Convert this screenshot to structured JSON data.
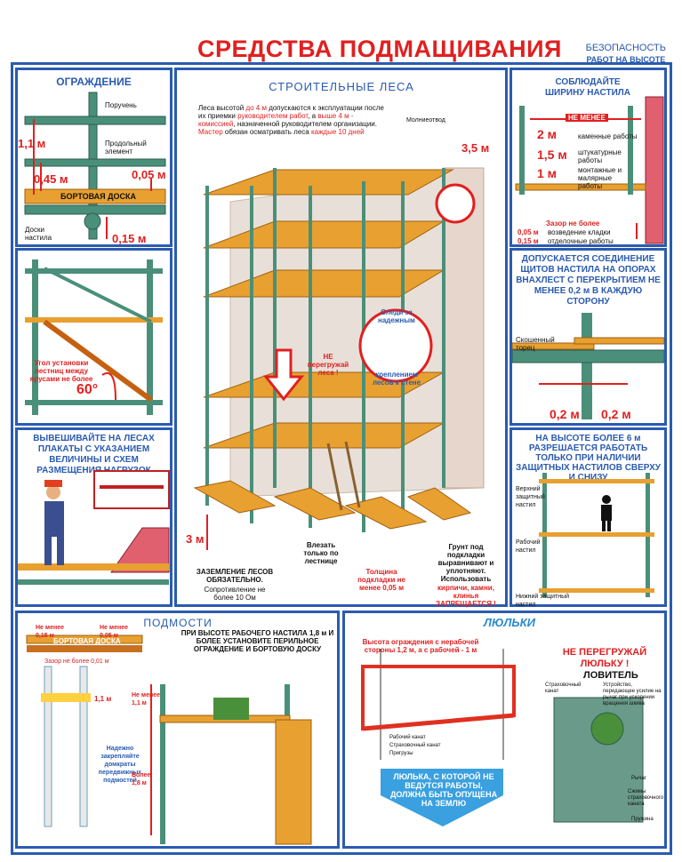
{
  "header": {
    "title": "СРЕДСТВА ПОДМАЩИВАНИЯ",
    "corner_line1": "БЕЗОПАСНОСТЬ",
    "corner_line2": "РАБОТ НА ВЫСОТЕ"
  },
  "guard": {
    "heading": "ОГРАЖДЕНИЕ",
    "handrail": "Поручень",
    "longitudinal": "Продольный элемент",
    "h1": "1,1 м",
    "h2": "0,45 м",
    "h3": "0,05 м",
    "h4": "0,15 м",
    "board": "БОРТОВАЯ   ДОСКА",
    "deck_boards": "Доски настила"
  },
  "ladder": {
    "note": "Угол установки лестниц между ярусами не более",
    "angle": "60°"
  },
  "posters": {
    "heading": "ВЫВЕШИВАЙТЕ НА ЛЕСАХ ПЛАКАТЫ С УКАЗАНИЕМ ВЕЛИЧИНЫ И СХЕМ РАЗМЕЩЕНИЯ НАГРУЗОК"
  },
  "center": {
    "heading": "СТРОИТЕЛЬНЫЕ   ЛЕСА",
    "intro_a": "Леса высотой ",
    "intro_b": "до 4 м",
    "intro_c": " допускаются к эксплуатации после их приемки ",
    "intro_d": "руководителем работ",
    "intro_e": ", а ",
    "intro_f": "выше 4 м - комиссией",
    "intro_g": ", назначенной руководителем организации. ",
    "intro_h": "Мастер",
    "intro_i": " обязан осматривать леса ",
    "intro_j": "каждые 10 дней",
    "lightning": "Молниеотвод",
    "height_35": "3,5 м",
    "anchor_top": "Следи за надежным",
    "anchor_bottom": "креплением лесов к стене",
    "no_overload": "НЕ перегружай леса !",
    "dim_3m": "3 м",
    "ground_title": "ЗАЗЕМЛЕНИЕ ЛЕСОВ ОБЯЗАТЕЛЬНО.",
    "ground_text": "Сопротивление не более 10 Ом",
    "climb": "Влезать только по лестнице",
    "pad_thickness": "Толщина подкладки не менее 0,05 м",
    "soil_a": "Грунт под подкладки выравнивают и уплотняют. Использовать",
    "soil_b": "кирпичи, камни, клинья ЗАПРЕЩАЕТСЯ !"
  },
  "width": {
    "heading": "СОБЛЮДАЙТЕ ШИРИНУ НАСТИЛА",
    "not_less": "НЕ МЕНЕЕ",
    "w1": "2 м",
    "w1_text": "каменные работы",
    "w2": "1,5 м",
    "w2_text": "штукатурные работы",
    "w3": "1 м",
    "w3_text": "монтажные и малярные работы",
    "gap_title": "Зазор не более",
    "gap1": "0,05 м",
    "gap1_text": "возведение кладки",
    "gap2": "0,15 м",
    "gap2_text": "отделочные работы"
  },
  "overlap": {
    "heading": "ДОПУСКАЕТСЯ СОЕДИНЕНИЕ ЩИТОВ НАСТИЛА НА ОПОРАХ ВНАХЛЕСТ С ПЕРЕКРЫТИЕМ НЕ МЕНЕЕ 0,2 м В КАЖДУЮ СТОРОНУ",
    "bevel": "Скошенный торец",
    "d1": "0,2 м",
    "d2": "0,2 м"
  },
  "protect": {
    "heading": "НА ВЫСОТЕ БОЛЕЕ 6 м РАЗРЕШАЕТСЯ РАБОТАТЬ ТОЛЬКО ПРИ НАЛИЧИИ ЗАЩИТНЫХ НАСТИЛОВ СВЕРХУ И СНИЗУ",
    "top": "Верхний защитный настил",
    "work": "Рабочий настил",
    "bottom": "Нижний защитный настил"
  },
  "podmosti": {
    "heading": "ПОДМОСТИ",
    "nl1": "Не менее 0,15 м",
    "nl2": "Не менее 0,05 м",
    "board": "БОРТОВАЯ  ДОСКА",
    "gap": "Зазор не более 0,01 м",
    "h11": "1,1 м",
    "rule": "ПРИ ВЫСОТЕ РАБОЧЕГО НАСТИЛА 1,8 м И БОЛЕЕ УСТАНОВИТЕ ПЕРИЛЬНОЕ ОГРАЖДЕНИЕ И БОРТОВУЮ ДОСКУ",
    "jacks": "Надежно закрепляйте домкраты передвижных подмостей",
    "min11": "Не менее 1,1 м",
    "more18": "Более 1,8 м"
  },
  "cradle": {
    "heading": "ЛЮЛЬКИ",
    "fence": "Высота ограждения с нерабочей стороны 1,2 м,   а с рабочей - 1 м",
    "no_overload": "НЕ ПЕРЕГРУЖАЙ ЛЮЛЬКУ !",
    "catcher": "ЛОВИТЕЛЬ",
    "safety_rope": "Страховочный канат",
    "device": "Устройство, передающее усилие на рычаг при ускорении вращения шкива",
    "lever": "Рычаг",
    "jaws": "Сжимы страховочного каната",
    "spring": "Пружина",
    "work_rope": "Рабочий канат",
    "safety_rope2": "Страховочный канат",
    "weights": "Пригрузы",
    "banner": "ЛЮЛЬКА, С КОТОРОЙ НЕ ВЕДУТСЯ РАБОТЫ, ДОЛЖНА БЫТЬ ОПУЩЕНА НА ЗЕМЛЮ"
  },
  "colors": {
    "frame": "#2a5bb0",
    "accent": "#e02020",
    "pipe": "#4a8f7a",
    "board": "#e8a030"
  }
}
